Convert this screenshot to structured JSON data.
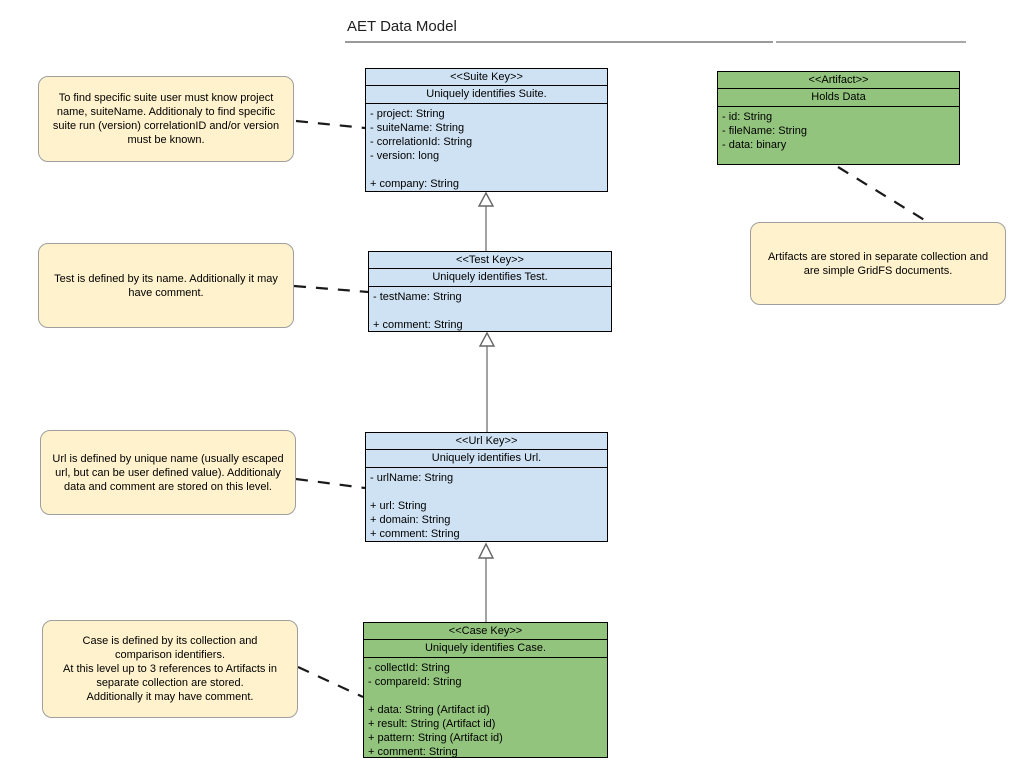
{
  "title": "AET Data Model",
  "colors": {
    "class_blue": "#cfe2f3",
    "class_green": "#93c47d",
    "note_fill": "#fff2cc",
    "note_border": "#9e9e9e",
    "class_border": "#000000",
    "connector_black": "#1a1a1a",
    "edge_gray": "#8c8c8c"
  },
  "classes": {
    "suite": {
      "stereotype": "<<Suite Key>>",
      "description": "Uniquely identifies Suite.",
      "attributes": [
        "- project: String",
        "- suiteName: String",
        "- correlationId: String",
        "- version: long",
        "",
        "+ company: String"
      ]
    },
    "artifact": {
      "stereotype": "<<Artifact>>",
      "description": "Holds Data",
      "attributes": [
        "- id: String",
        "- fileName: String",
        "- data: binary"
      ]
    },
    "test": {
      "stereotype": "<<Test Key>>",
      "description": "Uniquely identifies Test.",
      "attributes": [
        "- testName: String",
        "",
        "+ comment: String"
      ]
    },
    "url": {
      "stereotype": "<<Url Key>>",
      "description": "Uniquely identifies Url.",
      "attributes": [
        "- urlName: String",
        "",
        "+ url: String",
        "+ domain: String",
        "+ comment: String"
      ]
    },
    "case": {
      "stereotype": "<<Case Key>>",
      "description": "Uniquely identifies Case.",
      "attributes": [
        "- collectId: String",
        "- compareId: String",
        "",
        "+ data: String (Artifact id)",
        "+ result: String (Artifact id)",
        "+ pattern: String (Artifact id)",
        "+ comment: String"
      ]
    }
  },
  "notes": {
    "suite": "To find specific suite user must know project name, suiteName. Additionaly to find specific suite run (version) correlationID and/or version must be known.",
    "test": "Test is defined by its name. Additionally it may have comment.",
    "artifact": "Artifacts are stored in separate collection and are simple GridFS documents.",
    "url": "Url is defined by unique name (usually escaped url, but can be user defined value). Additionaly data and comment are stored on this level.",
    "case": "Case is defined by its collection and\ncomparison identifiers.\nAt this level up to 3 references to Artifacts in separate collection are stored.\nAdditionally it may have comment."
  }
}
